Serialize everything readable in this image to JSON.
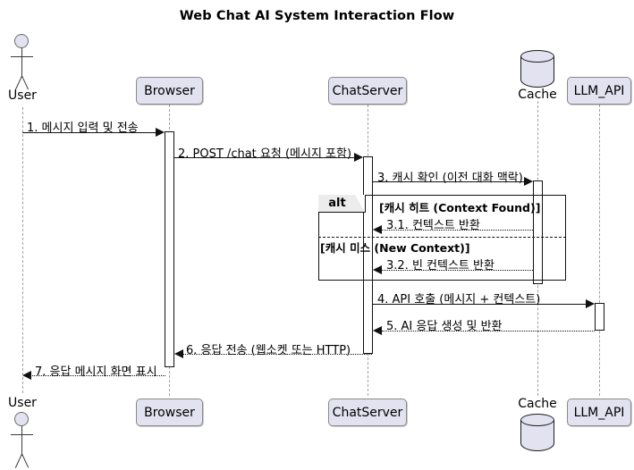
{
  "diagram": {
    "title": "Web Chat AI System Interaction Flow",
    "type": "uml-sequence-diagram",
    "colors": {
      "participant_fill": "#e2e2f0",
      "participant_border": "#8a8a8a",
      "lifeline": "#a0a0a0",
      "line": "#111111",
      "fragment_tab_fill": "#ececec",
      "background": "#ffffff"
    }
  },
  "participants": [
    {
      "id": "user",
      "label": "User",
      "shape": "actor"
    },
    {
      "id": "browser",
      "label": "Browser",
      "shape": "box"
    },
    {
      "id": "chatserver",
      "label": "ChatServer",
      "shape": "box"
    },
    {
      "id": "cache",
      "label": "Cache",
      "shape": "database"
    },
    {
      "id": "llm",
      "label": "LLM_API",
      "shape": "box"
    }
  ],
  "messages": [
    {
      "n": "1",
      "label": "1. 메시지 입력 및 전송",
      "from": "user",
      "to": "browser",
      "style": "solid"
    },
    {
      "n": "2",
      "label": "2. POST /chat 요청 (메시지 포함)",
      "from": "browser",
      "to": "chatserver",
      "style": "solid"
    },
    {
      "n": "3",
      "label": "3. 캐시 확인 (이전 대화 맥락)",
      "from": "chatserver",
      "to": "cache",
      "style": "solid"
    },
    {
      "n": "3.1",
      "label": "3.1. 컨텍스트 반환",
      "from": "cache",
      "to": "chatserver",
      "style": "dotted"
    },
    {
      "n": "3.2",
      "label": "3.2. 빈 컨텍스트 반환",
      "from": "cache",
      "to": "chatserver",
      "style": "dotted"
    },
    {
      "n": "4",
      "label": "4. API 호출 (메시지 + 컨텍스트)",
      "from": "chatserver",
      "to": "llm",
      "style": "solid"
    },
    {
      "n": "5",
      "label": "5. AI 응답 생성 및 반환",
      "from": "llm",
      "to": "chatserver",
      "style": "dotted"
    },
    {
      "n": "6",
      "label": "6. 응답 전송 (웹소켓 또는 HTTP)",
      "from": "chatserver",
      "to": "browser",
      "style": "dotted"
    },
    {
      "n": "7",
      "label": "7. 응답 메시지 화면 표시",
      "from": "browser",
      "to": "user",
      "style": "dotted"
    }
  ],
  "fragment": {
    "operator": "alt",
    "guards": [
      "[캐시 히트 (Context Found)]",
      "[캐시 미스 (New Context)]"
    ]
  }
}
